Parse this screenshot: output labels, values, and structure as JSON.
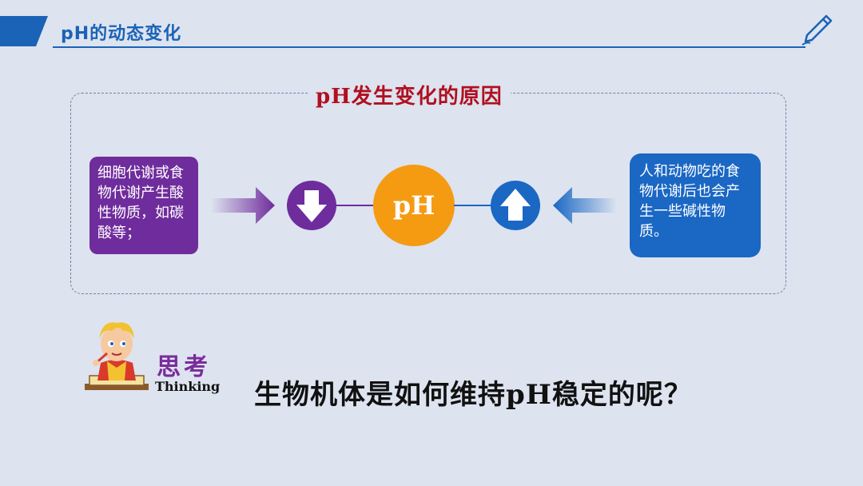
{
  "header": {
    "title": "pH的动态变化"
  },
  "frame": {
    "title": "pH发生变化的原因"
  },
  "acid_box": {
    "text": "细胞代谢或食物代谢产生酸性物质，如碳酸等；"
  },
  "base_box": {
    "text": "人和动物吃的食物代谢后也会产生一些碱性物质。"
  },
  "center": {
    "label": "pH"
  },
  "thinking": {
    "title_cn": "思考",
    "title_en": "Thinking"
  },
  "question": "生物机体是如何维持pH稳定的呢？",
  "colors": {
    "acid": "#6f2c9c",
    "base": "#1a67c4",
    "ph": "#f59b12",
    "title_red": "#b01020",
    "header_blue": "#1a63b7"
  },
  "icons": [
    "pen-icon",
    "down-arrow-icon",
    "up-arrow-icon",
    "thinking-kid-icon"
  ]
}
